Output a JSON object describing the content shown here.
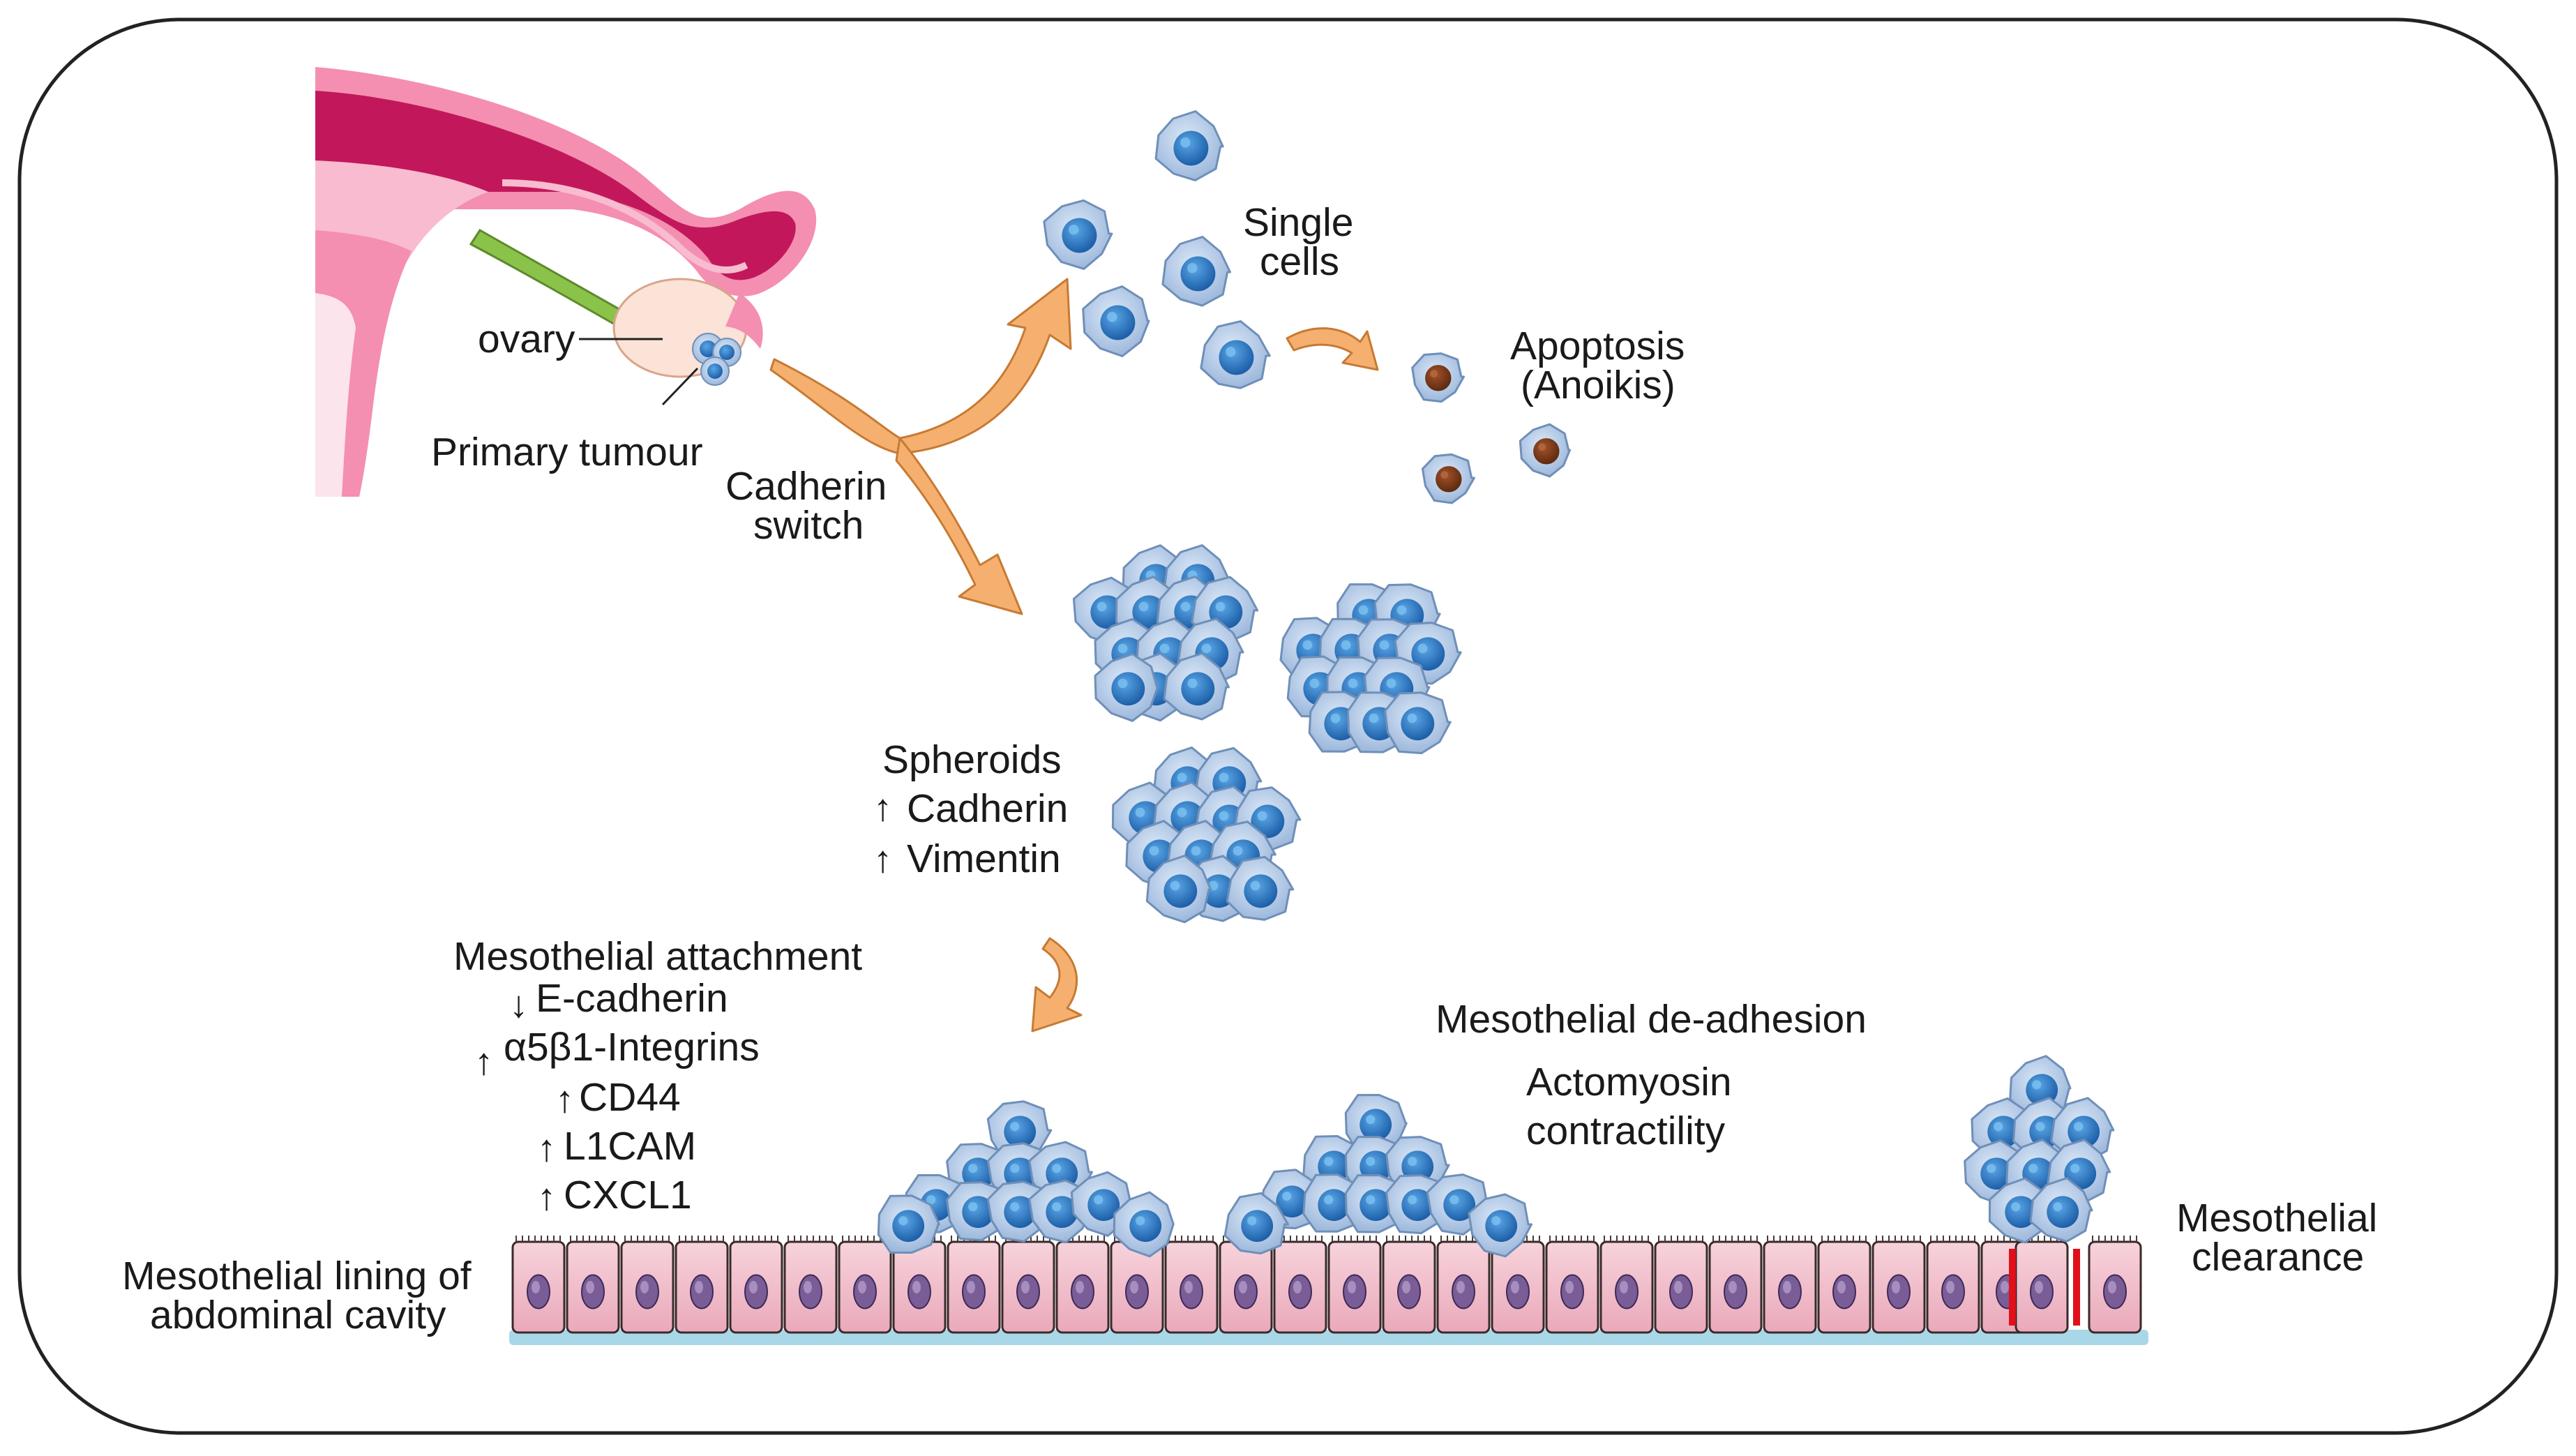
{
  "labels": {
    "ovary": "ovary",
    "primary_tumour": "Primary tumour",
    "cadherin_switch_1": "Cadherin",
    "cadherin_switch_2": "switch",
    "single_cells_1": "Single",
    "single_cells_2": "cells",
    "apoptosis_1": "Apoptosis",
    "apoptosis_2": "(Anoikis)",
    "spheroids": "Spheroids",
    "cadherin": "Cadherin",
    "vimentin": "Vimentin",
    "mesothelial_attachment": "Mesothelial attachment",
    "e_cadherin": "E-cadherin",
    "integrins": "α5β1-Integrins",
    "cd44": "CD44",
    "l1cam": "L1CAM",
    "cxcl1": "CXCL1",
    "de_adhesion": "Mesothelial de-adhesion",
    "actomyosin_1": "Actomyosin",
    "actomyosin_2": "contractility",
    "clearance_1": "Mesothelial",
    "clearance_2": "clearance",
    "lining_1": "Mesothelial lining of",
    "lining_2": "abdominal cavity"
  },
  "colors": {
    "cell_outer": "#9db8dc",
    "cell_inner": "#c8daf0",
    "nucleus": "#2a6fb8",
    "apoptotic_nucleus": "#7a3514",
    "arrow_fill": "#f5b070",
    "arrow_stroke": "#c77a33",
    "meso_cell": "#f3c4cf",
    "meso_nucleus": "#7a5c96",
    "basement": "#a8d8e8",
    "uterus_dark": "#c2185b",
    "uterus_light": "#f8bbd0",
    "ligament": "#8bc34a",
    "ovary": "#fbe3d7",
    "clearance_red": "#e0101a"
  }
}
